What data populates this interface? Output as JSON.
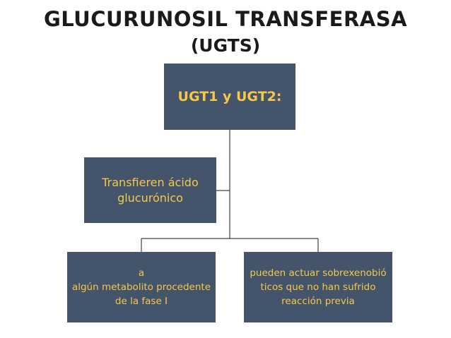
{
  "title": {
    "line1": "GLUCURUNOSIL TRANSFERASA",
    "line2": "(UGTS)"
  },
  "diagram": {
    "root": {
      "label": "UGT1 y UGT2:"
    },
    "side": {
      "label": "Transfieren ácido glucurónico"
    },
    "leaves": [
      {
        "lines": [
          "a",
          "algún metabolito procedente",
          "de la fase I"
        ]
      },
      {
        "lines": [
          "pueden actuar sobrexenobió",
          "ticos que no han sufrido",
          "reacción previa"
        ]
      }
    ]
  },
  "colors": {
    "box_fill": "#44546a",
    "box_text": "#f5c84a",
    "connector": "#404040",
    "title_text": "#1a1a1a"
  }
}
